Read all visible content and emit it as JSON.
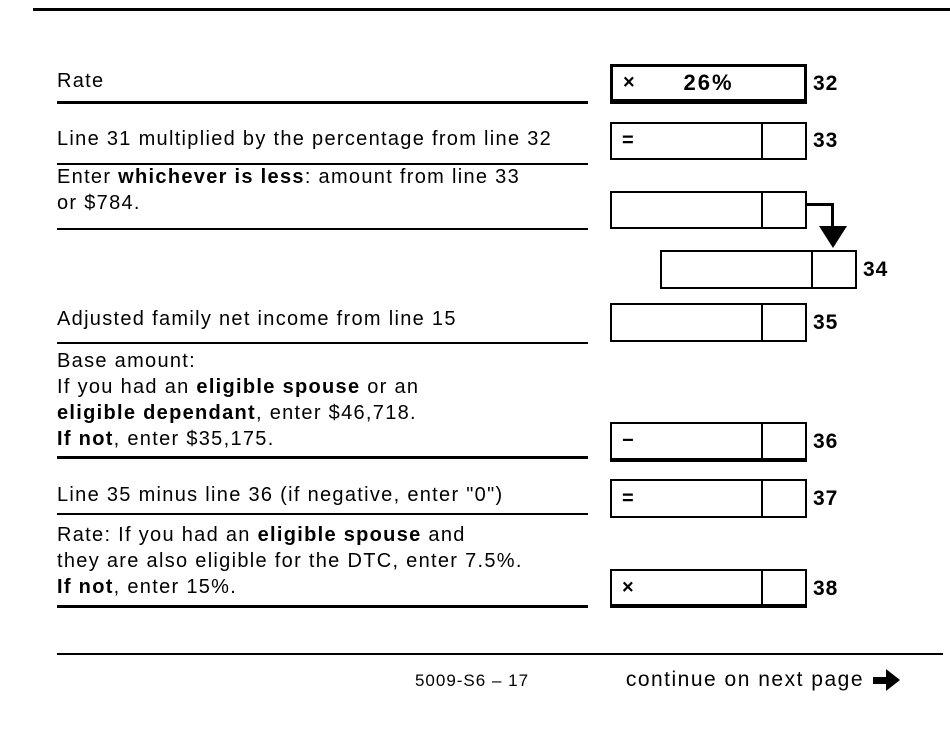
{
  "page": {
    "background": "#ffffff",
    "text_color": "#000000"
  },
  "rows": {
    "r32": {
      "line_no": "32",
      "operator": "×",
      "value": "26%",
      "label_lines": [
        [
          {
            "t": "Rate"
          }
        ]
      ]
    },
    "r33": {
      "line_no": "33",
      "operator": "=",
      "label_lines": [
        [
          {
            "t": "Line 31 multiplied by the percentage from line 32"
          }
        ]
      ]
    },
    "rless": {
      "label_lines": [
        [
          {
            "t": "Enter "
          },
          {
            "t": "whichever is less",
            "b": true
          },
          {
            "t": ": amount from line 33"
          }
        ],
        [
          {
            "t": "or $784."
          }
        ]
      ]
    },
    "r34": {
      "line_no": "34"
    },
    "r35": {
      "line_no": "35",
      "label_lines": [
        [
          {
            "t": "Adjusted family net income from line 15"
          }
        ]
      ]
    },
    "r36": {
      "line_no": "36",
      "operator": "−",
      "label_lines": [
        [
          {
            "t": "Base amount:"
          }
        ],
        [
          {
            "t": "If you had an "
          },
          {
            "t": "eligible spouse",
            "b": true
          },
          {
            "t": " or an"
          }
        ],
        [
          {
            "t": "eligible dependant",
            "b": true
          },
          {
            "t": ", enter $46,718."
          }
        ],
        [
          {
            "t": "If not",
            "b": true
          },
          {
            "t": ", enter $35,175."
          }
        ]
      ]
    },
    "r37": {
      "line_no": "37",
      "operator": "=",
      "label_lines": [
        [
          {
            "t": "Line 35 minus line 36 (if negative, enter \"0\")"
          }
        ]
      ]
    },
    "r38": {
      "line_no": "38",
      "operator": "×",
      "label_lines": [
        [
          {
            "t": "Rate: If you had an "
          },
          {
            "t": "eligible spouse",
            "b": true
          },
          {
            "t": " and"
          }
        ],
        [
          {
            "t": "they are also eligible for the DTC, enter 7.5%."
          }
        ],
        [
          {
            "t": "If not",
            "b": true
          },
          {
            "t": ", enter 15%."
          }
        ]
      ]
    }
  },
  "footer": {
    "page_number": "5009-S6 – 17",
    "continue_text": "continue on next page"
  },
  "icons": {
    "carry_down_arrow": "arrow-down",
    "continue_arrow": "arrow-right"
  }
}
